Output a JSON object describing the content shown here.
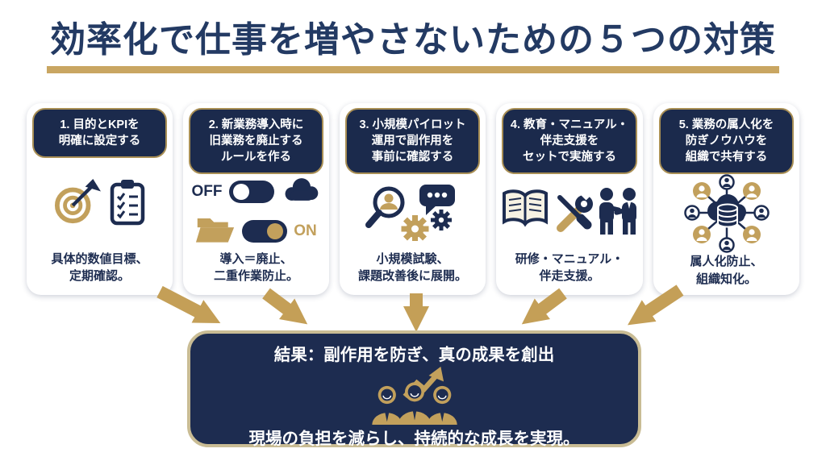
{
  "title": "効率化で仕事を増やさないための５つの対策",
  "colors": {
    "navy": "#1d2c50",
    "header_navy": "#1b2a4c",
    "gold": "#c2a05c",
    "arrow_gold": "#c49f57",
    "header_border_gold": "#a98f55",
    "result_border": "#c9bc94",
    "title_underline": "#c9a662",
    "background": "#ffffff"
  },
  "cards": [
    {
      "header": "1. 目的とKPIを\n明確に設定する",
      "icons": [
        "target-icon",
        "clipboard-icon"
      ],
      "caption": "具体的数値目標、\n定期確認。"
    },
    {
      "header": "2. 新業務導入時に\n旧業務を廃止する\nルールを作る",
      "icons": [
        "toggle-off-icon",
        "cloud-icon",
        "folder-icon",
        "toggle-on-icon"
      ],
      "labels": {
        "off": "OFF",
        "on": "ON"
      },
      "caption": "導入＝廃止、\n二重作業防止。"
    },
    {
      "header": "3. 小規模パイロット\n運用で副作用を\n事前に確認する",
      "icons": [
        "magnifier-user-icon",
        "speech-bubble-icon",
        "gears-icon"
      ],
      "caption": "小規模試験、\n課題改善後に展開。"
    },
    {
      "header": "4. 教育・マニュアル・\n伴走支援を\nセットで実施する",
      "icons": [
        "book-icon",
        "tools-icon",
        "handshake-icon"
      ],
      "caption": "研修・マニュアル・\n伴走支援。"
    },
    {
      "header": "5. 業務の属人化を\n防ぎノウハウを\n組織で共有する",
      "icons": [
        "knowledge-network-icon"
      ],
      "caption": "属人化防止、\n組織知化。"
    }
  ],
  "result_box": {
    "line1": "結果：副作用を防ぎ、真の成果を創出",
    "line2": "現場の負担を減らし、持続的な成長を実現。",
    "icon": "team-growth-icon"
  }
}
